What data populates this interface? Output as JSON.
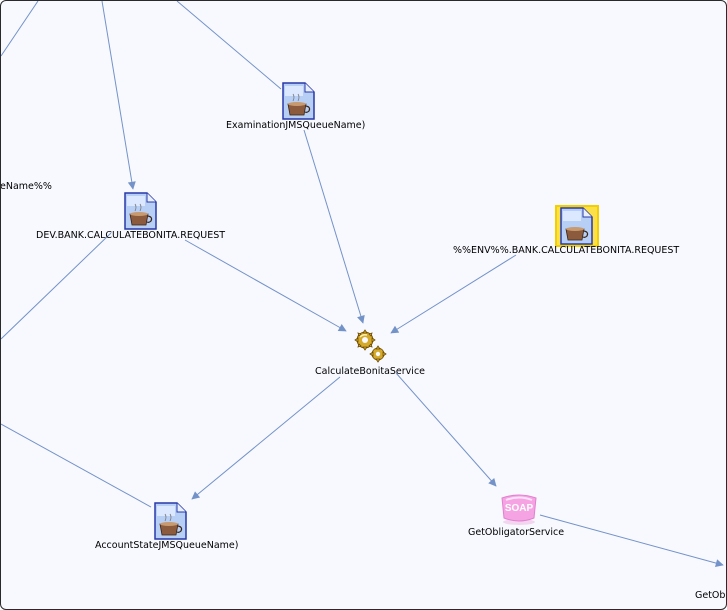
{
  "theme": {
    "background": "#f8f9ff",
    "edge_color": "#7392c8",
    "queue_icon_color": "#b8cff5",
    "highlight_color": "#f2cf00",
    "service_icon_color": "#d4a92c",
    "soap_color": "#f5a3e3"
  },
  "nodes": {
    "examination_queue": {
      "label": "ExaminationJMSQueueName)",
      "icon": "document-coffee-icon"
    },
    "dev_request_queue": {
      "label": "DEV.BANK.CALCULATEBONITA.REQUEST",
      "icon": "document-coffee-icon"
    },
    "env_request_queue": {
      "label": "%%ENV%%.BANK.CALCULATEBONITA.REQUEST",
      "icon": "document-coffee-icon"
    },
    "calculate_bonita_service": {
      "label": "CalculateBonitaService",
      "icon": "gears-icon"
    },
    "account_state_queue": {
      "label": "AccountStateJMSQueueName)",
      "icon": "document-coffee-icon"
    },
    "get_obligator_service": {
      "label": "GetObligatorService",
      "icon": "soap-icon",
      "badge": "SOAP"
    },
    "partial_left": {
      "label": "eName%%"
    },
    "partial_bottom_right": {
      "label": "GetOb"
    }
  }
}
